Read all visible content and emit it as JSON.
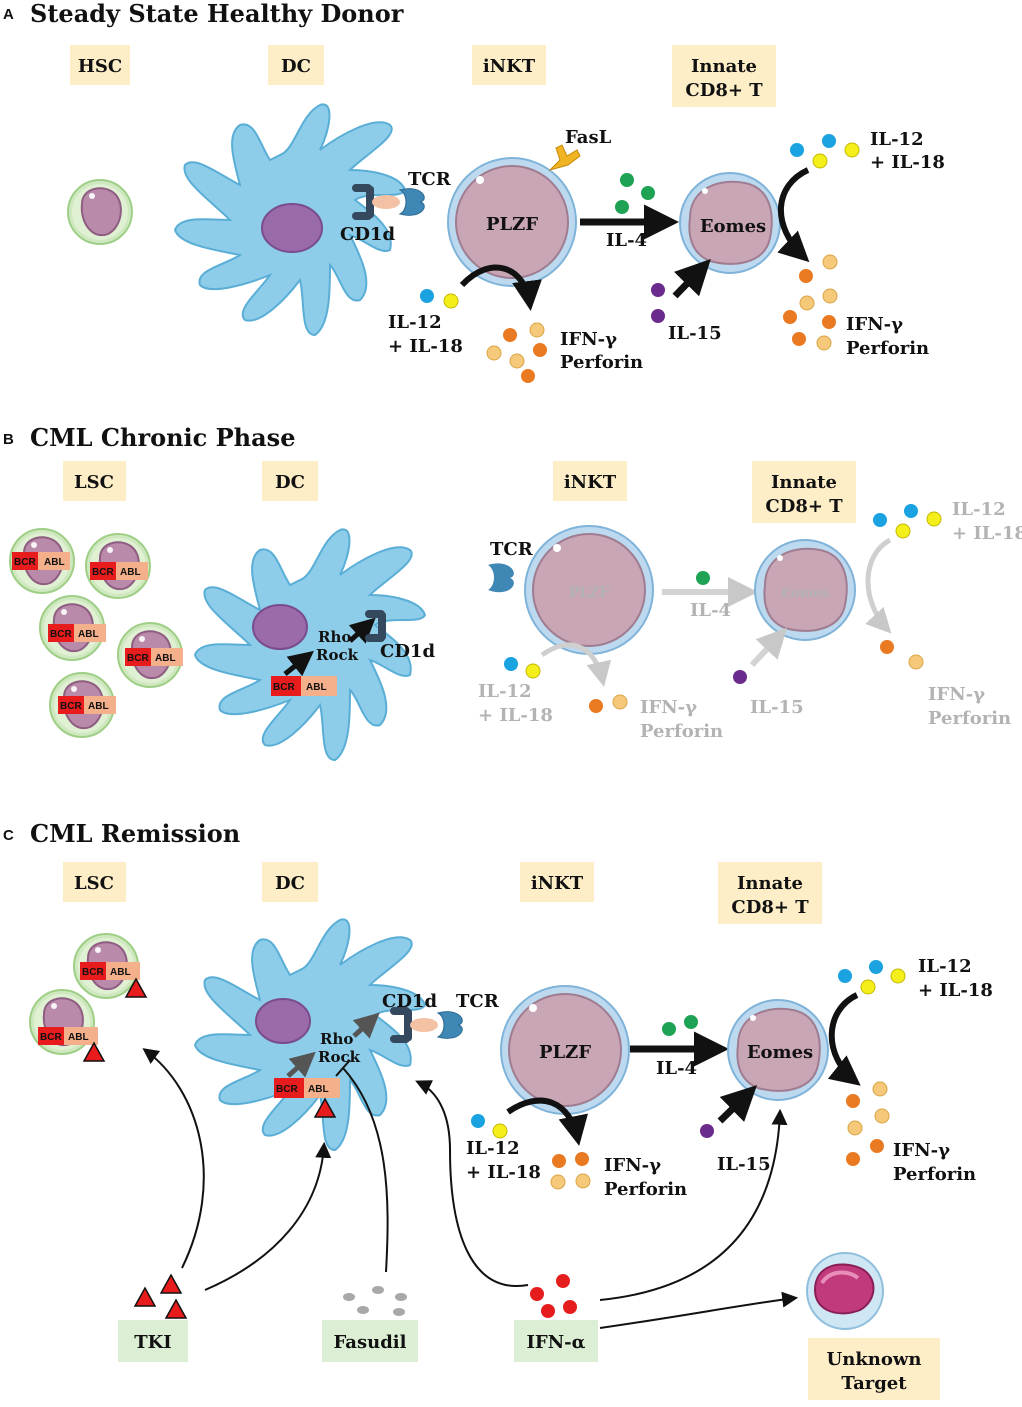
{
  "panels": {
    "a": {
      "letter": "A",
      "title": "Steady State Healthy Donor"
    },
    "b": {
      "letter": "B",
      "title": "CML Chronic Phase"
    },
    "c": {
      "letter": "C",
      "title": "CML Remission"
    }
  },
  "headers": {
    "a": [
      "HSC",
      "DC",
      "iNKT",
      "Innate",
      "CD8+ T"
    ],
    "b": [
      "LSC",
      "DC",
      "iNKT",
      "Innate",
      "CD8+ T"
    ],
    "c": [
      "LSC",
      "DC",
      "iNKT",
      "Innate",
      "CD8+ T"
    ]
  },
  "labels": {
    "fasl": "FasL",
    "tcr": "TCR",
    "cd1d": "CD1d",
    "plzf": "PLZF",
    "eomes": "Eomes",
    "il4": "IL-4",
    "il15": "IL-15",
    "il12": "IL-12",
    "il18": "+ IL-18",
    "ifng": "IFN-γ",
    "perforin": "Perforin",
    "rho": "Rho",
    "rock": "Rock",
    "bcr": "BCR",
    "abl": "ABL"
  },
  "drugs": {
    "tki": "TKI",
    "fasudil": "Fasudil",
    "ifna": "IFN-α"
  },
  "unknown": {
    "line1": "Unknown",
    "line2": "Target"
  },
  "colors": {
    "dc": "#8dcdea",
    "dc_dark": "#5aaed6",
    "nucleus": "#9b6aab",
    "inkt_cell": "#c9a6b5",
    "inkt_ring": "#bcd9ef",
    "hsc_ring": "#c5e3b1",
    "header_box": "#fdeec8",
    "drug_box": "#dcefd5",
    "cytokine_blue": "#1aa3e0",
    "cytokine_yellow": "#f4ee1a",
    "cytokine_green": "#1ea253",
    "cytokine_purple": "#6a2b8c",
    "cytokine_orange": "#ea7a22",
    "cytokine_lightorange": "#f5c979",
    "bcr_red": "#e81c1c",
    "abl_peach": "#f3b08a",
    "ifna_red": "#e51d1d",
    "faded": "#b3b3b3"
  }
}
